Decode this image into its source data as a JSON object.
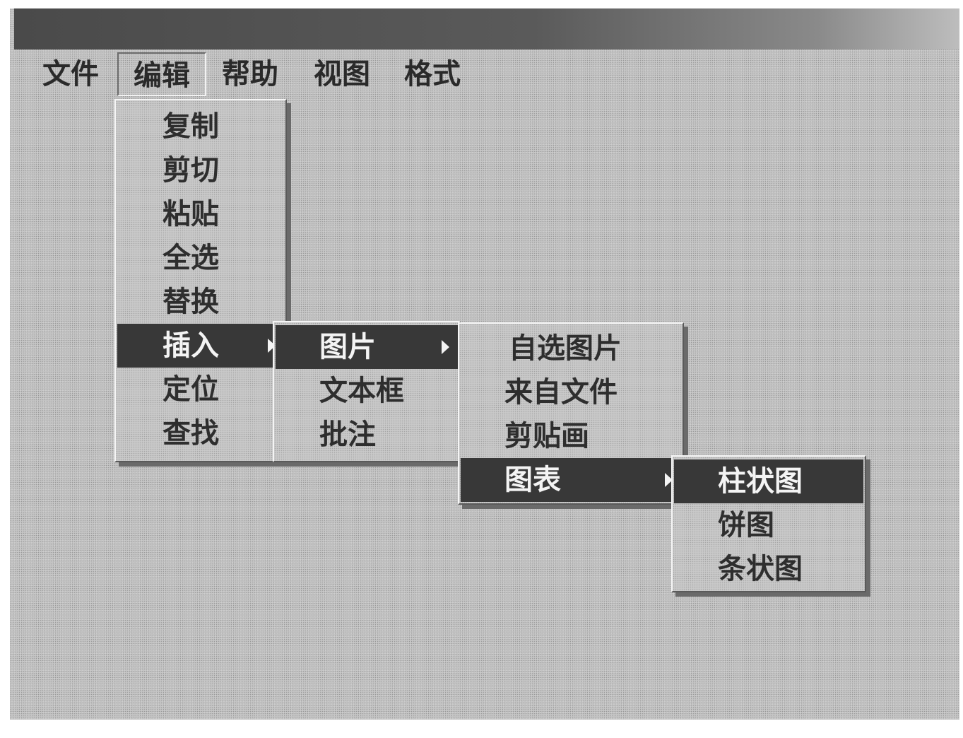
{
  "menubar": {
    "items": [
      {
        "label": "文件"
      },
      {
        "label": "编辑"
      },
      {
        "label": "帮助"
      },
      {
        "label": "视图"
      },
      {
        "label": "格式"
      }
    ]
  },
  "edit_menu": {
    "items": [
      {
        "label": "复制"
      },
      {
        "label": "剪切"
      },
      {
        "label": "粘贴"
      },
      {
        "label": "全选"
      },
      {
        "label": "替换"
      },
      {
        "label": "插入",
        "has_submenu": true,
        "highlighted": true
      },
      {
        "label": "定位"
      },
      {
        "label": "查找"
      }
    ]
  },
  "insert_menu": {
    "items": [
      {
        "label": "图片",
        "has_submenu": true,
        "highlighted": true
      },
      {
        "label": "文本框"
      },
      {
        "label": "批注"
      }
    ]
  },
  "picture_menu": {
    "items": [
      {
        "label": "自选图片"
      },
      {
        "label": "来自文件"
      },
      {
        "label": "剪贴画"
      },
      {
        "label": "图表",
        "has_submenu": true,
        "highlighted": true
      }
    ]
  },
  "chart_menu": {
    "items": [
      {
        "label": "柱状图",
        "highlighted": true
      },
      {
        "label": "饼图"
      },
      {
        "label": "条状图"
      }
    ]
  },
  "colors": {
    "highlight": "#383838",
    "menu_face": "#c9c9c9",
    "title_bar": "#4a4a4a"
  },
  "icons": {
    "submenu_arrow": "triangle-right-icon"
  }
}
